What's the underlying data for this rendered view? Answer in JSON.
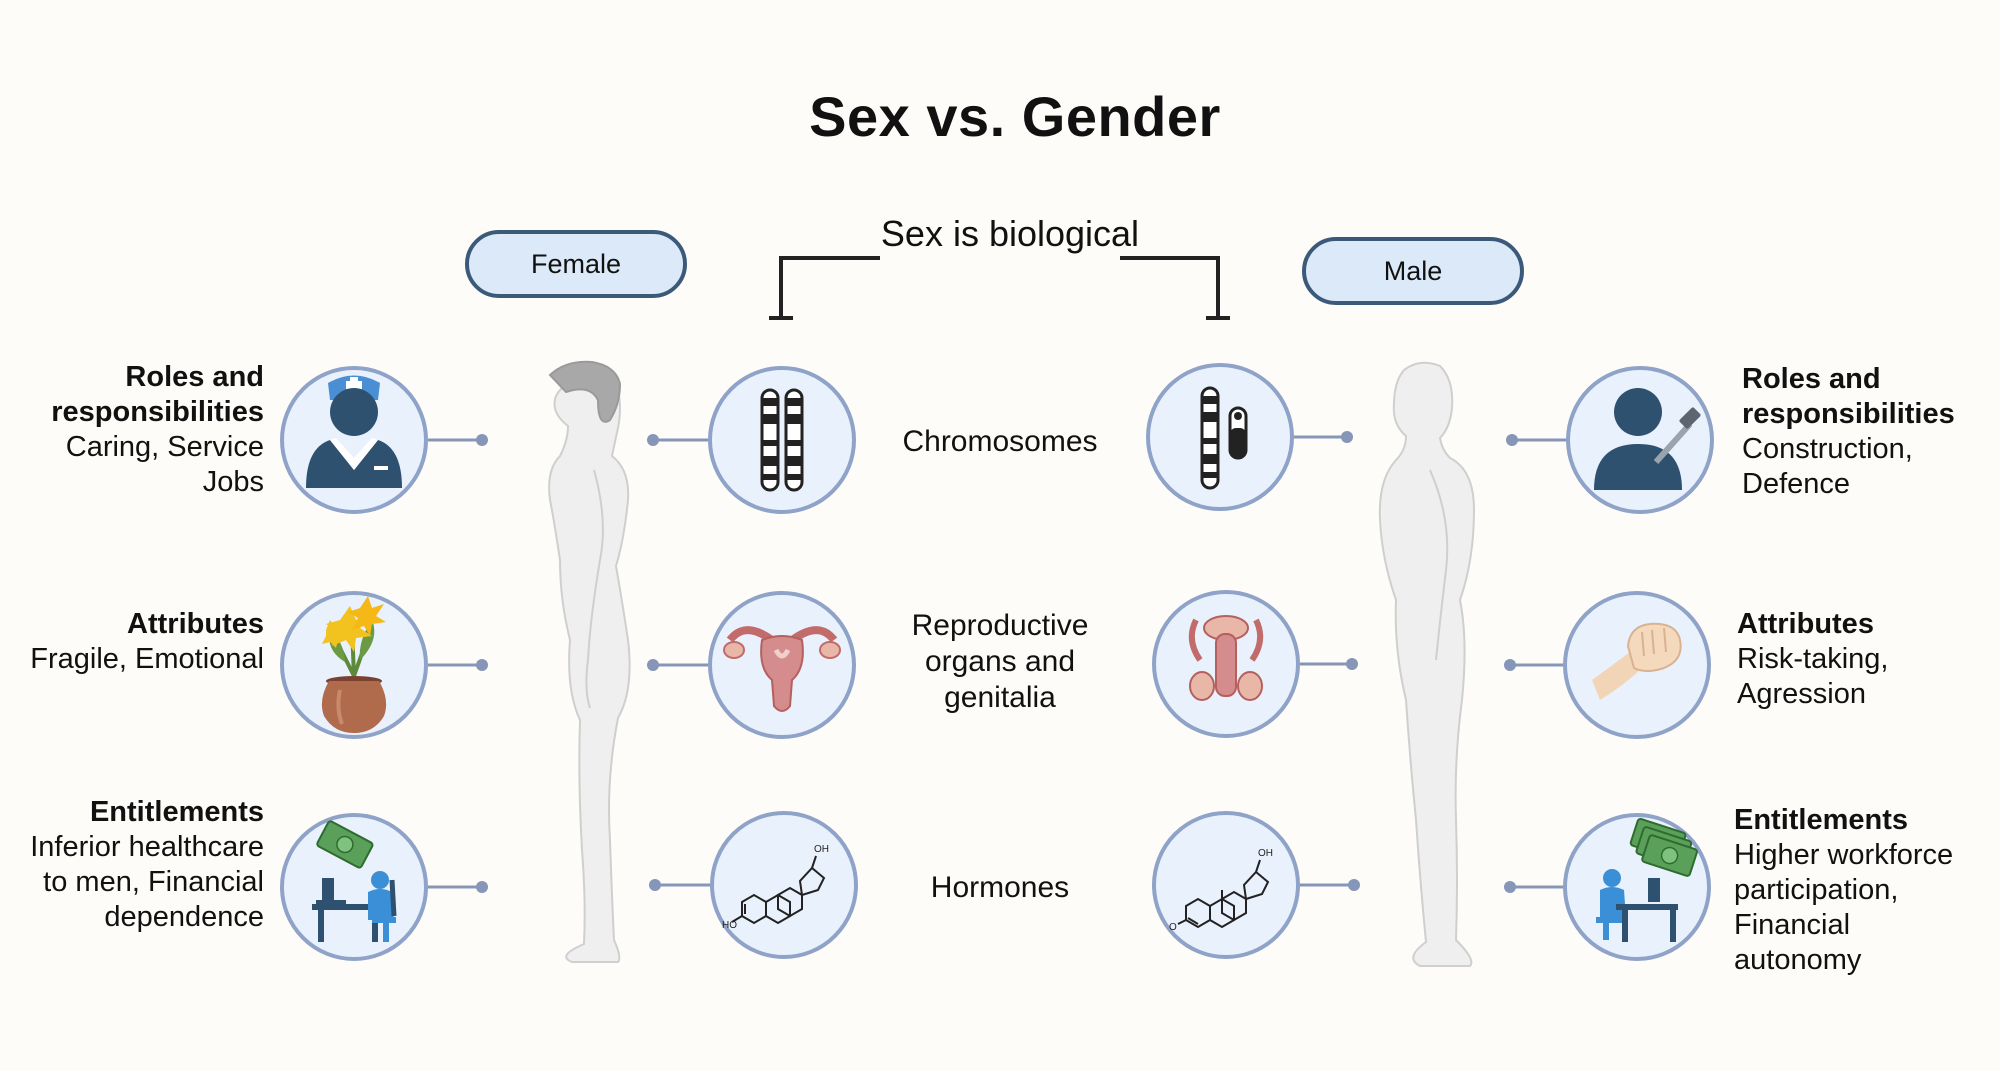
{
  "title": "Sex vs. Gender",
  "sex_is_biological": "Sex is biological",
  "female_label": "Female",
  "male_label": "Male",
  "center_labels": {
    "chromosomes": "Chromosomes",
    "reproductive": "Reproductive organs and genitalia",
    "hormones": "Hormones"
  },
  "female_side": {
    "roles": {
      "heading": "Roles and responsibilities",
      "text": "Caring, Service Jobs"
    },
    "attributes": {
      "heading": "Attributes",
      "text": "Fragile, Emotional"
    },
    "entitlements": {
      "heading": "Entitlements",
      "text": "Inferior healthcare to men, Financial dependence"
    }
  },
  "male_side": {
    "roles": {
      "heading": "Roles and responsibilities",
      "text": "Construction, Defence"
    },
    "attributes": {
      "heading": "Attributes",
      "text": "Risk-taking, Agression"
    },
    "entitlements": {
      "heading": "Entitlements",
      "text": "Higher workforce participation, Financial autonomy"
    }
  },
  "molecule_labels": {
    "oh": "OH",
    "ho": "HO",
    "o": "O"
  },
  "colors": {
    "circle_fill": "#e9f1fc",
    "circle_stroke": "#8fa3c8",
    "connector": "#8696b8",
    "pill_fill": "#dbe9f8",
    "pill_stroke": "#3b5a7a",
    "icon_navy": "#2f5170",
    "body_fill": "#efefef",
    "organ_pink": "#d58c8c",
    "money_green": "#5aa05a",
    "pot_brown": "#b06a4c",
    "figure_blue": "#3a8fd6"
  },
  "icons": [
    "nurse-icon",
    "lily-pot-icon",
    "desk-money-icon",
    "female-chromosome-icon",
    "uterus-icon",
    "estradiol-icon",
    "male-chromosome-icon",
    "male-organs-icon",
    "testosterone-icon",
    "worker-hammer-icon",
    "fist-icon",
    "desk-money-stack-icon"
  ]
}
